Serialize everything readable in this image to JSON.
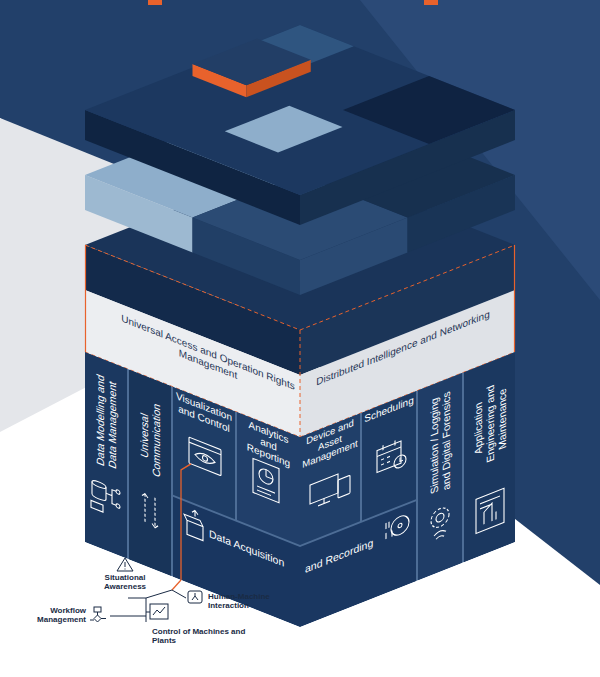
{
  "diagram": {
    "nodes": [
      {
        "text": [
          "Universal Access and Operation Rights Management"
        ]
      },
      {
        "text": [
          "Distributed Intelligence and Networking"
        ]
      },
      {
        "text": [
          "Data Modelling and Data Management"
        ]
      },
      {
        "text": [
          "Universal Communication"
        ]
      },
      {
        "text": [
          "Visualization and Control"
        ]
      },
      {
        "text": [
          "Analytics and Reporting"
        ]
      },
      {
        "text": [
          "Device and Asset Management"
        ]
      },
      {
        "text": [
          "Scheduling"
        ]
      },
      {
        "text": [
          "Simulation / Logging and Digital Forensics"
        ]
      },
      {
        "text": [
          "Application Engineering and Maintenance"
        ]
      },
      {
        "text": [
          "Data Acquisition"
        ]
      },
      {
        "text": [
          "and Recording"
        ]
      }
    ],
    "labels": [
      "Situational Awareness",
      "Human-Machine Interaction",
      "Workflow Management",
      "Control of Machines and Plants"
    ]
  }
}
